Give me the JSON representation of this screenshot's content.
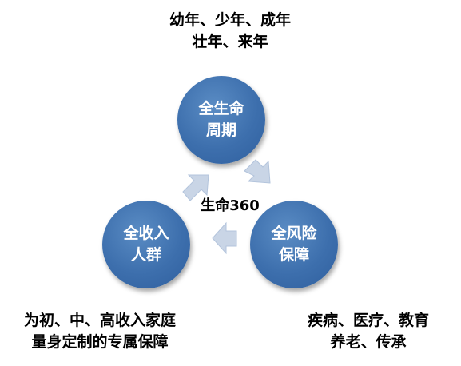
{
  "top_caption": [
    "幼年、少年、成年",
    "壮年、来年"
  ],
  "bottom_left_caption": [
    "为初、中、高收入家庭",
    "量身定制的专属保障"
  ],
  "bottom_right_caption": [
    "疾病、医疗、教育",
    "养老、传承"
  ],
  "nodes": {
    "top": [
      "全生命",
      "周期"
    ],
    "left": [
      "全收入",
      "人群"
    ],
    "right": [
      "全风险",
      "保障"
    ]
  },
  "center_label": "生命360",
  "colors": {
    "node_fill": "#3d6fad",
    "node_text": "#ffffff",
    "arrow_fill": "#c9d5e6",
    "caption_text": "#000000"
  }
}
